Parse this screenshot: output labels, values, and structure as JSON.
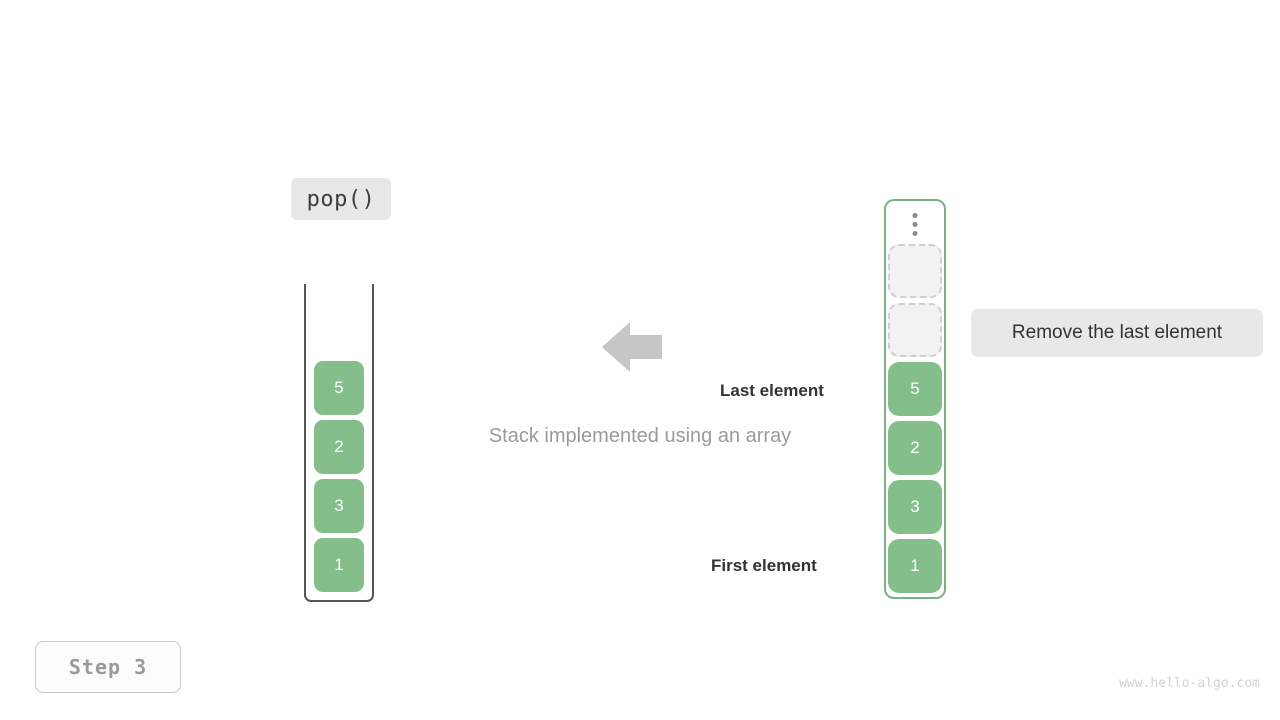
{
  "operation": {
    "label": "pop()"
  },
  "left_stack": {
    "name": "stack-container",
    "cells": [
      "5",
      "2",
      "3",
      "1"
    ]
  },
  "arrow": {
    "icon": "arrow-left-icon",
    "color": "#c6c6c6"
  },
  "center_caption": "Stack implemented using an array",
  "annotations": {
    "last_element": "Last element",
    "first_element": "First element"
  },
  "right_array": {
    "name": "array-container",
    "ellipsis": "⋮",
    "empty_slots": 2,
    "cells": [
      "5",
      "2",
      "3",
      "1"
    ]
  },
  "side_note": "Remove the last element",
  "step_badge": "Step 3",
  "watermark": "www.hello-algo.com",
  "colors": {
    "element_green": "#84bf8b",
    "array_border_green": "#7cb083",
    "label_bg": "#e8e8e8",
    "muted_text": "#9a9a9a",
    "arrow_gray": "#c6c6c6"
  }
}
